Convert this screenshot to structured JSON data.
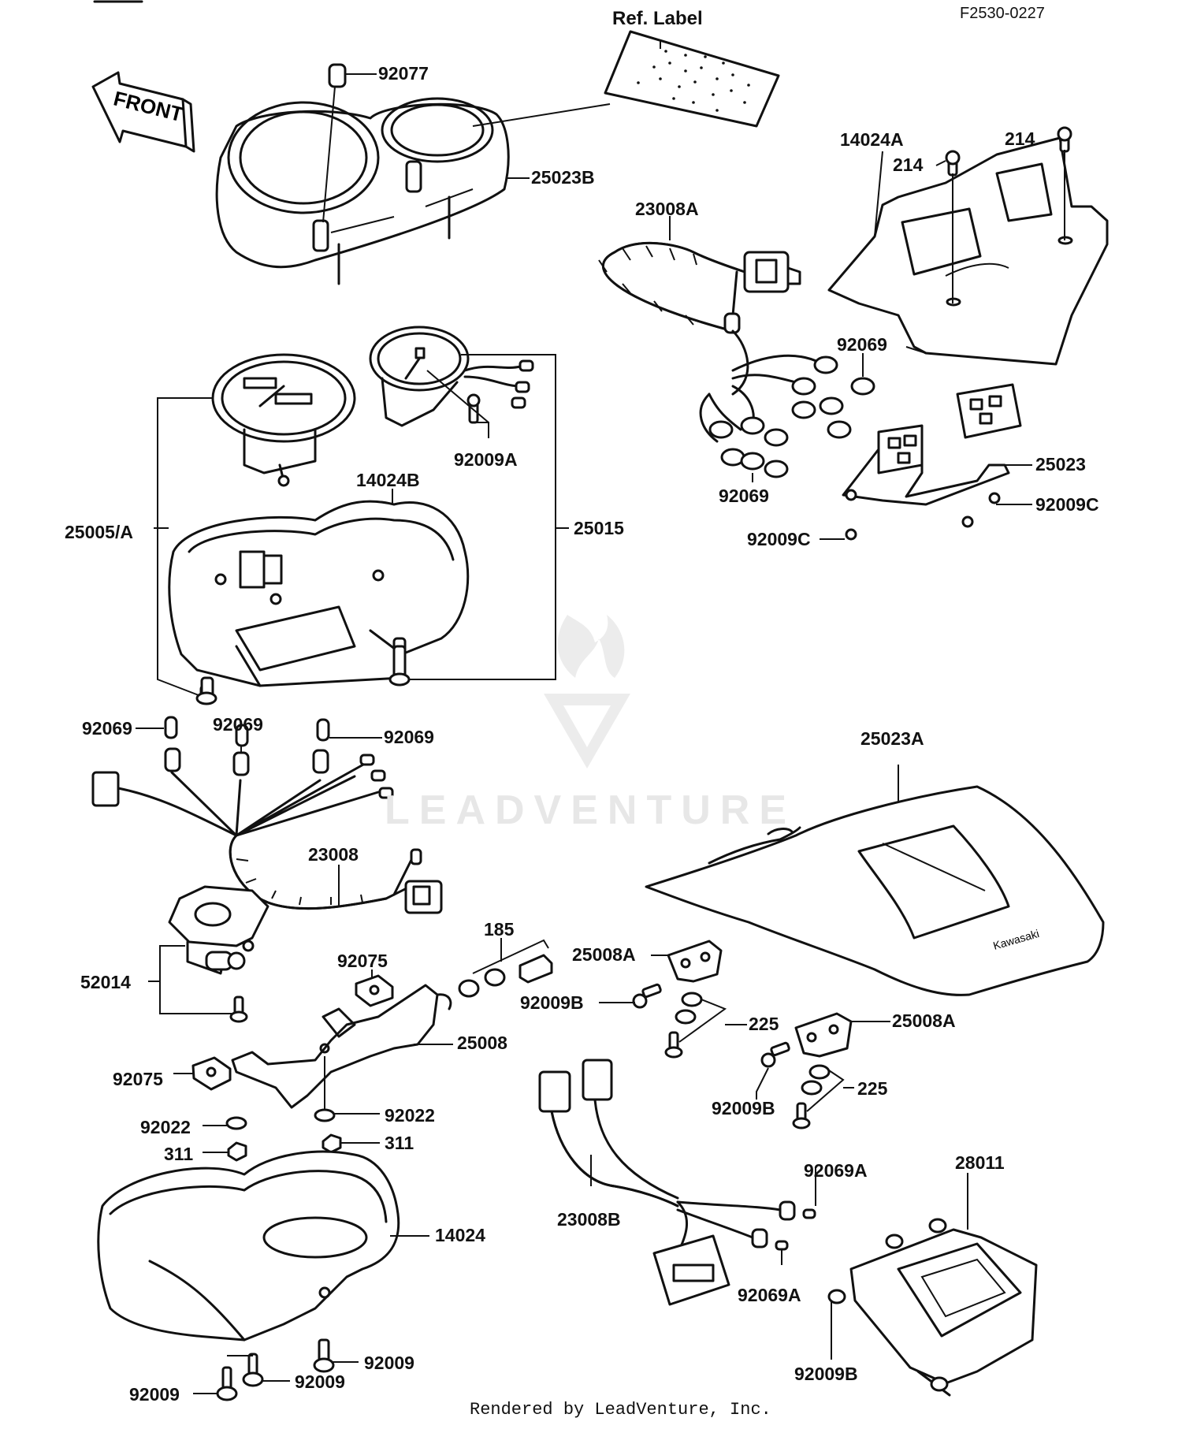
{
  "diagram": {
    "figure_code": "F2530-0227",
    "ref_label": "Ref. Label",
    "front_arrow_text": "FRONT",
    "footer": "Rendered by LeadVenture, Inc.",
    "watermark": "LEADVENTURE",
    "part_labels": {
      "p92077": "92077",
      "p25023B": "25023B",
      "p14024A": "14024A",
      "p214a": "214",
      "p214b": "214",
      "p23008A": "23008A",
      "p92069a": "92069",
      "p92069b": "92069",
      "p25023": "25023",
      "p92009Ca": "92009C",
      "p92009Cb": "92009C",
      "p92009A": "92009A",
      "p14024B": "14024B",
      "p25005A": "25005/A",
      "p25015": "25015",
      "p92069c": "92069",
      "p92069d": "92069",
      "p92069e": "92069",
      "p25023A": "25023A",
      "p23008": "23008",
      "p185": "185",
      "p25008Aa": "25008A",
      "p52014": "52014",
      "p92075a": "92075",
      "p92009Ba": "92009B",
      "p225a": "225",
      "p25008Ab": "25008A",
      "p25008": "25008",
      "p92075b": "92075",
      "p92022a": "92022",
      "p92022b": "92022",
      "p311a": "311",
      "p311b": "311",
      "p92009Bb": "92009B",
      "p225b": "225",
      "p92069Aa": "92069A",
      "p28011": "28011",
      "p23008B": "23008B",
      "p14024": "14024",
      "p92069Ab": "92069A",
      "p92009a": "92009",
      "p92009Bc": "92009B",
      "p92009b": "92009",
      "p92009c": "92009"
    }
  }
}
